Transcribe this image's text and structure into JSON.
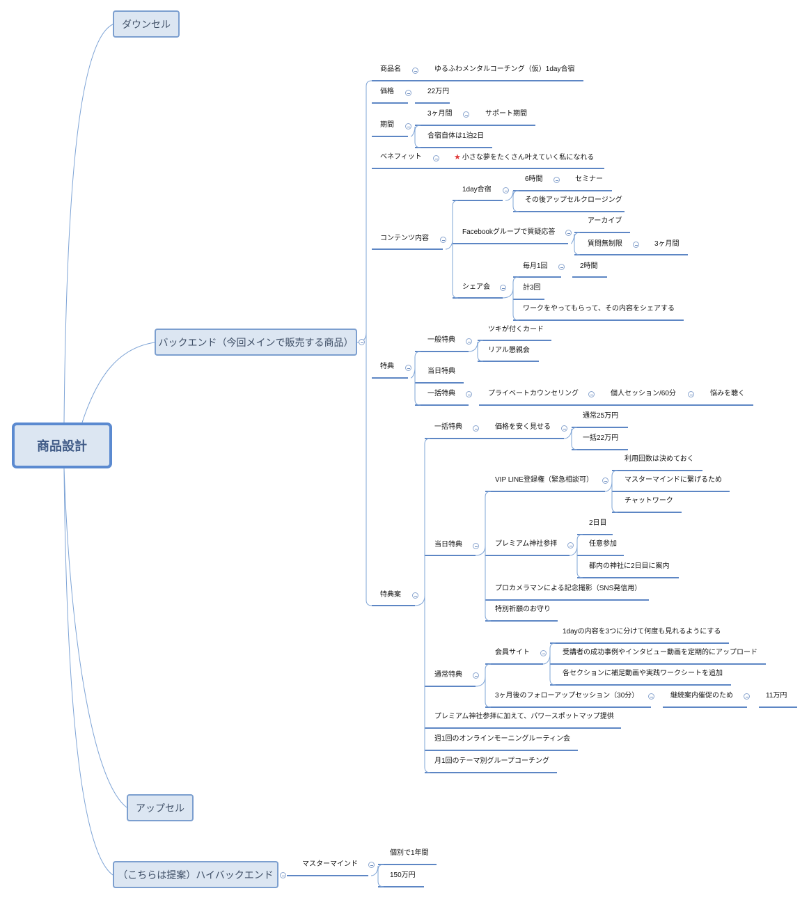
{
  "title": "商品設計",
  "branches": {
    "downsell": "ダウンセル",
    "backend": "バックエンド（今回メインで販売する商品）",
    "upsell": "アップセル",
    "high_backend": "（こちらは提案）ハイバックエンド"
  },
  "backend": {
    "product_name": {
      "label": "商品名",
      "value": "ゆるふわメンタルコーチング（仮）1day合宿"
    },
    "price": {
      "label": "価格",
      "value": "22万円"
    },
    "period": {
      "label": "期間",
      "months": "3ヶ月間",
      "support": "サポート期間",
      "camp": "合宿自体は1泊2日"
    },
    "benefit": {
      "label": "ベネフィット",
      "value": "小さな夢をたくさん叶えていく私になれる"
    },
    "contents": {
      "label": "コンテンツ内容",
      "camp": "1day合宿",
      "six_hours": "6時間",
      "seminar": "セミナー",
      "closing": "その後アップセルクロージング",
      "facebook": "Facebookグループで質疑応答",
      "archive": "アーカイブ",
      "unlimited": "質問無制限",
      "three_months": "3ヶ月間",
      "share": "シェア会",
      "monthly": "毎月1回",
      "two_hours": "2時間",
      "total3": "計3回",
      "work": "ワークをやってもらって、その内容をシェアする"
    },
    "bonus": {
      "label": "特典",
      "general": "一般特典",
      "card": "ツキが付くカード",
      "party": "リアル懇親会",
      "sameday": "当日特典",
      "lump": "一括特典",
      "private": "プライベートカウンセリング",
      "session": "個人セッション/60分",
      "listen": "悩みを聴く"
    },
    "plan": {
      "label": "特典案",
      "lump": "一括特典",
      "cheap": "価格を安く見せる",
      "normal25": "通常25万円",
      "lump22": "一括22万円",
      "sameday": "当日特典",
      "vip": "VIP LINE登録権（緊急相談可）",
      "vip_count": "利用回数は決めておく",
      "vip_mastermind": "マスターマインドに繋げるため",
      "vip_chat": "チャットワーク",
      "shrine": "プレミアム神社参拝",
      "day2": "2日目",
      "optional": "任意参加",
      "shrine_guide": "都内の神社に2日目に案内",
      "photo": "プロカメラマンによる記念撮影（SNS発信用）",
      "amulet": "特別祈願のお守り",
      "regular": "通常特典",
      "site": "会員サイト",
      "site1": "1dayの内容を3つに分けて何度も見れるようにする",
      "site2": "受講者の成功事例やインタビュー動画を定期的にアップロード",
      "site3": "各セクションに補足動画や実践ワークシートを追加",
      "followup": "3ヶ月後のフォローアップセッション（30分）",
      "continue": "継続案内催促のため",
      "price11": "11万円",
      "powerspot": "プレミアム神社参拝に加えて、パワースポットマップ提供",
      "morning": "週1回のオンラインモーニングルーティン会",
      "group": "月1回のテーマ別グループコーチング"
    }
  },
  "high_backend": {
    "mastermind": "マスターマインド",
    "year": "個別で1年間",
    "price": "150万円"
  },
  "colors": {
    "line": "#7ea4d6",
    "underline": "#5d86c4",
    "box_fill": "#dce6f2",
    "box_border": "#7c9fcf",
    "star": "#e03a3a"
  }
}
